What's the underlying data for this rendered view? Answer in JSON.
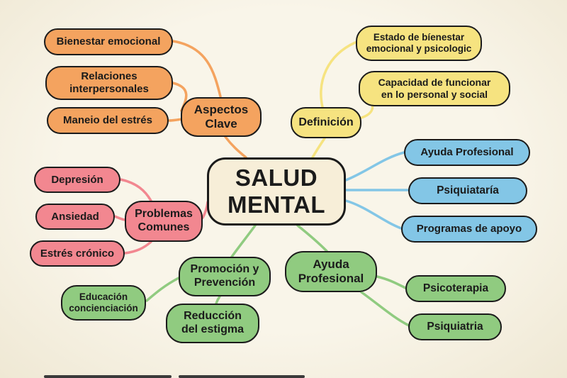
{
  "title": "Mapa mental: Salud Mental",
  "colors": {
    "bg": "#f7f2e3",
    "ink": "#1b1b1b",
    "centerfill": "#f7eed8",
    "orange": "#f4a35f",
    "yellow": "#f6e380",
    "blue": "#83c6e6",
    "pink": "#f28790",
    "green": "#90cb80"
  },
  "center": {
    "label": "SALUD\nMENTAL"
  },
  "branches": {
    "aspectos": {
      "label": "Aspectos\nClave",
      "children": {
        "bienestar": "Bienestar emocional",
        "relaciones": "Relaciones\ninterpersonales",
        "manejo": "Maneio del estrés"
      }
    },
    "definicion": {
      "label": "Definición",
      "children": {
        "estado": "Estado de bíenestar\nemocional y psicologic",
        "capacidad": "Capacidad de funcionar\nen lo personal y social"
      }
    },
    "recursos": {
      "children": {
        "ayuda_profesional": "Ayuda Profesional",
        "psiquiataria": "Psiquiataría",
        "programas_apoyo": "Programas de apoyo"
      }
    },
    "problemas": {
      "label": "Problemas\nComunes",
      "children": {
        "depresion": "Depresión",
        "ansiedad": "Ansiedad",
        "estres_cronico": "Estrés crónico"
      }
    },
    "ayuda": {
      "label": "Ayuda\nProfesional",
      "children": {
        "psicoterapia": "Psicoterapia",
        "psiquiatria": "Psiquiatria"
      }
    },
    "prevencion": {
      "label": "Promoción y\nPrevención",
      "children": {
        "reduccion": "Reducción\ndel estigma",
        "educacion": "Educación\nconcienciación"
      }
    }
  }
}
